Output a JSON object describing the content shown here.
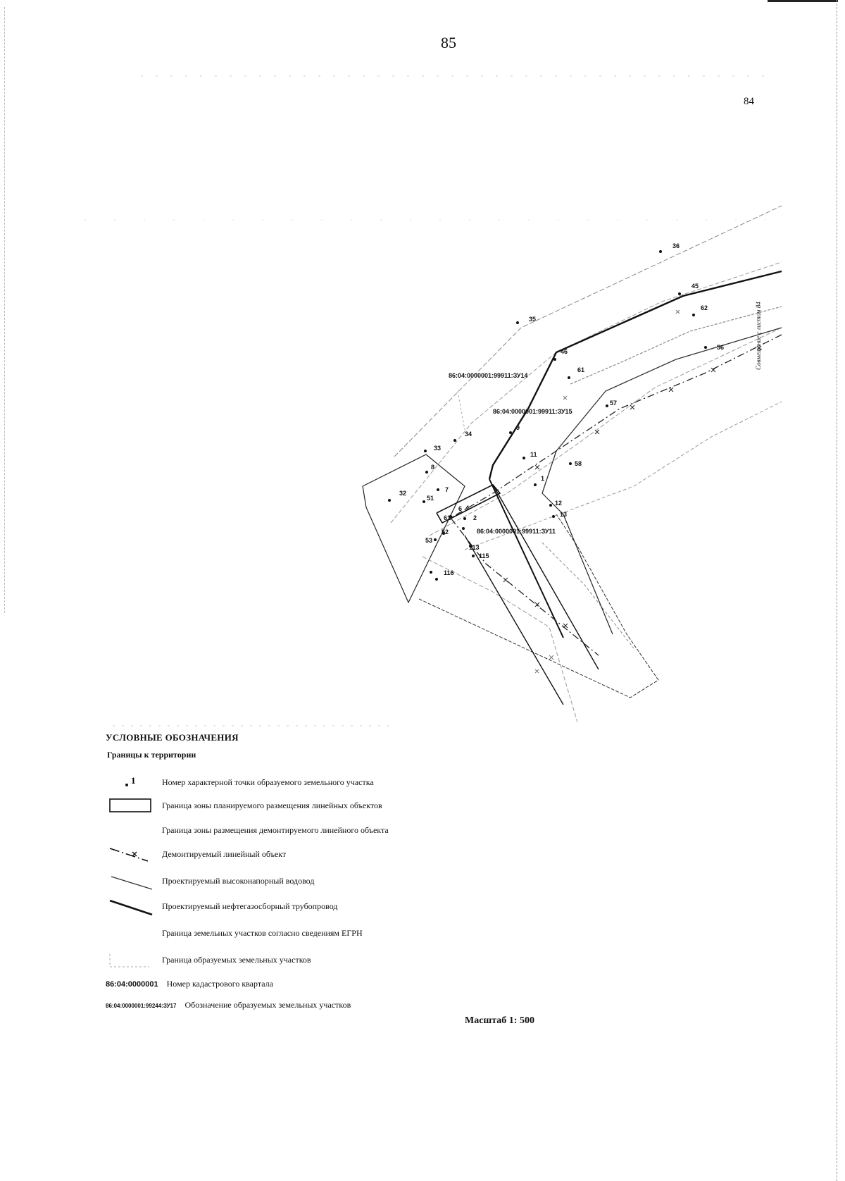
{
  "page": {
    "number": "85",
    "ref_page": "84",
    "side_note": "Совмещение с листом 84"
  },
  "points": [
    "36",
    "45",
    "62",
    "35",
    "46",
    "61",
    "56",
    "57",
    "34",
    "9",
    "33",
    "11",
    "58",
    "8",
    "1",
    "32",
    "7",
    "51",
    "12",
    "61",
    "6",
    "4",
    "2",
    "13",
    "52",
    "53",
    "113",
    "115",
    "116"
  ],
  "cadastral_labels": {
    "zu14": "86:04:0000001:99911:ЗУ14",
    "zu15": "86:04:0000001:99911:ЗУ15",
    "zu11": "86:04:0000001:99911:ЗУ11"
  },
  "legend": {
    "title": "УСЛОВНЫЕ ОБОЗНАЧЕНИЯ",
    "subtitle": "Границы к территории",
    "point_symbol": "1",
    "items": {
      "point": "Номер характерной точки образуемого земельного участка",
      "zone_linear": "Граница зоны планируемого размещения линейных объектов",
      "zone_demount": "Граница зоны размещения демонтируемого линейного объекта",
      "demount_object": "Демонтируемый линейный объект",
      "water_pipe": "Проектируемый высоконапорный водовод",
      "oil_pipe": "Проектируемый нефтегазосборный трубопровод",
      "egrn": "Граница земельных участков согласно сведениям ЕГРН",
      "formed": "Граница образуемых земельных участков"
    },
    "cad_quarter_code": "86:04:0000001",
    "cad_quarter_text": "Номер кадастрового квартала",
    "parcel_code": "86:04:0000001:99244:ЗУ17",
    "parcel_text": "Обозначение образуемых земельных участков"
  },
  "scale": "Масштаб 1: 500",
  "colors": {
    "line": "#111111",
    "gray": "#888888",
    "light": "#aaaaaa"
  }
}
